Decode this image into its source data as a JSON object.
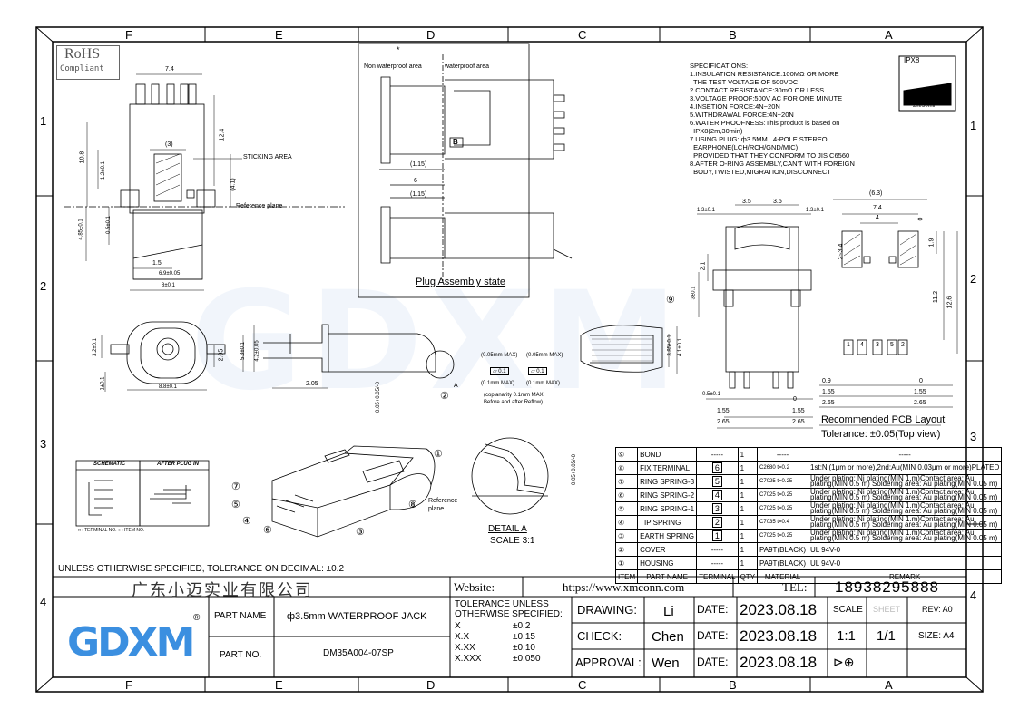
{
  "zones": {
    "top": [
      "F",
      "E",
      "D",
      "C",
      "B",
      "A"
    ],
    "side": [
      "1",
      "2",
      "3",
      "4"
    ]
  },
  "rohs": {
    "line1": "RoHS",
    "line2": "Compliant"
  },
  "ipx": {
    "label": "IPX8",
    "depth": "2m/30min"
  },
  "dims_left": {
    "w74": "7.4",
    "d3": "(3)",
    "h124": "12.4",
    "h108": "10.8",
    "d12": "1.2±0.1",
    "d41": "(4.1)",
    "d485": "4.85±0.1",
    "d05": "0.5±0.1",
    "d15": "1.5",
    "d69": "6.9±0.05",
    "d8": "8±0.1",
    "sticking": "STICKING AREA",
    "refplane": "Reference plane"
  },
  "plug_state": {
    "star": "*",
    "nonwp": "Non waterproof area",
    "wp": "waterproof area",
    "d115a": "(1.15)",
    "d6": "6",
    "d115b": "(1.15)",
    "b": "B",
    "caption": "Plug Assembly state"
  },
  "specs": {
    "title": "SPECIFICATIONS:",
    "lines": [
      "1.INSULATION RESISTANCE:100MΩ OR MORE",
      "  THE TEST VOLTAGE OF 500VDC",
      "2.CONTACT RESISTANCE:30mΩ OR LESS",
      "3.VOLTAGE PROOF:500V AC FOR ONE MINUTE",
      "4.INSETION FORCE:4N~20N",
      "5.WITHDRAWAL FORCE:4N~20N",
      "6.WATER PROOFNESS:This product is based on",
      "  IPX8(2m,30min)",
      "7.USING PLUG: ф3.5MM . 4-POLE STEREO",
      "  EARPHONE(LCH/RCH/GND/MIC)",
      "  PROVIDED THAT THEY CONFORM TO JIS C6560",
      "8.AFTER O-RING ASSEMBLY,CAN'T WITH FOREIGN",
      "  BODY,TWISTED,MIGRATION,DISCONNECT"
    ]
  },
  "front_dims": {
    "d13a": "1.3±0.1",
    "d35a": "3.5",
    "d35b": "3.5",
    "d13b": "1.3±0.1",
    "d21": "2.1",
    "d3": "3±0.1",
    "d05": "0.5±0.1",
    "z0": "0",
    "d155a": "1.55",
    "d265a": "2.65",
    "d155b": "1.55",
    "d265b": "2.65"
  },
  "pcb": {
    "d63": "(6.3)",
    "d74": "7.4",
    "d4": "4",
    "z0": "0",
    "d19": "1.9",
    "d234": "2~3.4",
    "d112": "11.2",
    "d126": "12.6",
    "d09": "0.9",
    "d155": "1.55",
    "d265": "2.65",
    "z0b": "0",
    "d155b": "1.55",
    "d265b": "2.65",
    "title": "Recommended PCB Layout",
    "tol": "Tolerance: ±0.05(Top view)",
    "pads": [
      "1",
      "4",
      "3",
      "5",
      "2"
    ]
  },
  "mid": {
    "d205": "2.05",
    "d88": "8.8±0.1",
    "d32": "3.2±0.1",
    "d11": "1±0.1",
    "d53": "5.3±0.1",
    "d42": "4.2±0.05",
    "d205b": "2.05",
    "d005": "0.05+0.05/-0",
    "a": "A",
    "cp1": "(0.05mm MAX)",
    "cp2": "(0.05mm MAX)",
    "cp3": "(0.1mm MAX)",
    "cp4": "(0.1mm MAX)",
    "flat": "0.1",
    "cop1": "(coplanarity 0.1mm MAX.",
    "cop2": "Before and after Reflow)",
    "d385": "3.85±0.1",
    "d41": "4.1±0.1"
  },
  "schematic": {
    "s1": "SCHEMATIC",
    "s2": "AFTER PLUG IN",
    "legend": "□ : TERMINAL NO.  ○ : ITEM NO."
  },
  "iso": {
    "refplane1": "Reference",
    "refplane2": "plane",
    "balloons": [
      "①",
      "⑦",
      "⑤",
      "④",
      "⑥",
      "③",
      "⑧",
      "②",
      "⑨"
    ]
  },
  "detail": {
    "title": "DETAIL A",
    "scale": "SCALE 3:1",
    "d005": "0.05+0.05/-0"
  },
  "bom": {
    "header": [
      "ITEM",
      "PART NAME",
      "TERMINAL",
      "QTY",
      "MATERIAL",
      "REMARK"
    ],
    "rows": [
      [
        "⑨",
        "BOND",
        "-----",
        "1",
        "-----",
        "-----",
        ""
      ],
      [
        "⑧",
        "FIX TERMINAL",
        "6",
        "1",
        "C2680",
        "t=0.2",
        "1st:Ni(1μm or more),2nd:Au(MIN 0.03μm or more)PLATED"
      ],
      [
        "⑦",
        "RING SPRING-3",
        "5",
        "1",
        "C7025",
        "t=0.25",
        "Under plating: Ni plating(MIN 1.m)Contact area: Au plating(MIN 0.5 m)  Soldering area: Au plating(MIN 0.05 m)"
      ],
      [
        "⑥",
        "RING SPRING-2",
        "4",
        "1",
        "C7025",
        "t=0.25",
        "Under plating: Ni plating(MIN 1.m)Contact area: Au plating(MIN 0.5 m)  Soldering area: Au plating(MIN 0.05 m)"
      ],
      [
        "⑤",
        "RING SPRING-1",
        "3",
        "1",
        "C7025",
        "t=0.25",
        "Under plating: Ni plating(MIN 1.m)Contact area: Au plating(MIN 0.5 m)  Soldering area: Au plating(MIN 0.05 m)"
      ],
      [
        "④",
        "TIP SPRING",
        "2",
        "1",
        "C7035",
        "t=0.4",
        "Under plating: Ni plating(MIN 1.m)Contact area: Au plating(MIN 0.5 m)  Soldering area: Au plating(MIN 0.05 m)"
      ],
      [
        "③",
        "EARTH SPRING",
        "1",
        "1",
        "C7025",
        "t=0.25",
        "Under plating: Ni plating(MIN 1.m)Contact area: Au plating(MIN 0.5 m)  Soldering area: Au plating(MIN 0.05 m)"
      ],
      [
        "②",
        "COVER",
        "-----",
        "1",
        "PA9T(BLACK)",
        "UL 94V-0",
        ""
      ],
      [
        "①",
        "HOUSING",
        "-----",
        "1",
        "PA9T(BLACK)",
        "UL 94V-0",
        ""
      ]
    ]
  },
  "tolnote": "UNLESS OTHERWISE SPECIFIED, TOLERANCE ON DECIMAL: ±0.2",
  "title_block": {
    "company": "广东小迈实业有限公司",
    "website_label": "Website:",
    "website": "https://www.xmconn.com",
    "tel_label": "TEL:",
    "tel": "18938295888",
    "logo": "GDXM",
    "reg": "®",
    "part_name_label": "PART NAME",
    "part_name": "ф3.5mm  WATERPROOF JACK",
    "part_no_label": "PART NO.",
    "part_no": "DM35A004-07SP",
    "tol_title1": "TOLERANCE  UNLESS",
    "tol_title2": "OTHERWISE  SPECIFIED:",
    "tol": [
      [
        "X",
        "±0.2"
      ],
      [
        "X.X",
        "±0.15"
      ],
      [
        "X.XX",
        "±0.10"
      ],
      [
        "X.XXX",
        "±0.050"
      ]
    ],
    "drawing_label": "DRAWING:",
    "drawing": "Li",
    "check_label": "CHECK:",
    "check": "Chen",
    "approval_label": "APPROVAL:",
    "approval": "Wen",
    "date_label": "DATE:",
    "date": "2023.08.18",
    "scale_label": "SCALE",
    "scale": "1:1",
    "sheet_label": "SHEET",
    "sheet": "1/1",
    "rev": "REV: A0",
    "size": "SIZE: A4"
  },
  "watermark": "GDXM"
}
